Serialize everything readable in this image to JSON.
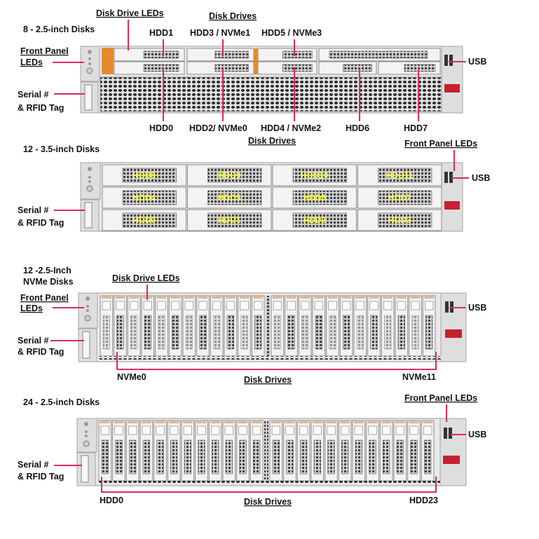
{
  "colors": {
    "pointer": "#dc2a5c",
    "drive_label": "#ffff33",
    "oracle_badge": "#c8202f"
  },
  "sec1": {
    "title": "8 - 2.5-inch Disks",
    "disk_drive_leds": "Disk Drive LEDs",
    "disk_drives_top": "Disk Drives",
    "top_labels": [
      "HDD1",
      "HDD3 / NVMe1",
      "HDD5 / NVMe3"
    ],
    "bottom_labels": [
      "HDD0",
      "HDD2/ NVMe0",
      "HDD4 / NVMe2",
      "HDD6",
      "HDD7"
    ],
    "disk_drives_bottom": "Disk Drives",
    "front_panel_1": "Front Panel",
    "front_panel_2": "LEDs",
    "serial_1": "Serial #",
    "serial_2": "& RFID Tag",
    "usb": "USB"
  },
  "sec2": {
    "title": "12 - 3.5-inch Disks",
    "front_panel_leds": "Front Panel LEDs",
    "usb": "USB",
    "serial_1": "Serial #",
    "serial_2": "& RFID Tag",
    "drive_rows": [
      [
        "HDD8",
        "HDD9",
        "HDD10",
        "HDD11"
      ],
      [
        "HDD4",
        "HDD5",
        "HDD6",
        "HDD7"
      ],
      [
        "HDD0",
        "HDD1",
        "HDD2",
        "HDD3"
      ]
    ]
  },
  "sec3": {
    "title_1": "12 -2.5-Inch",
    "title_2": "NVMe Disks",
    "disk_drive_leds": "Disk Drive LEDs",
    "front_panel_1": "Front Panel",
    "front_panel_2": "LEDs",
    "serial_1": "Serial #",
    "serial_2": "& RFID Tag",
    "usb": "USB",
    "first": "NVMe0",
    "disk_drives": "Disk Drives",
    "last": "NVMe11"
  },
  "sec4": {
    "title": "24 - 2.5-inch Disks",
    "front_panel_leds": "Front Panel LEDs",
    "usb": "USB",
    "serial_1": "Serial #",
    "serial_2": "& RFID Tag",
    "first": "HDD0",
    "disk_drives": "Disk Drives",
    "last": "HDD23"
  }
}
